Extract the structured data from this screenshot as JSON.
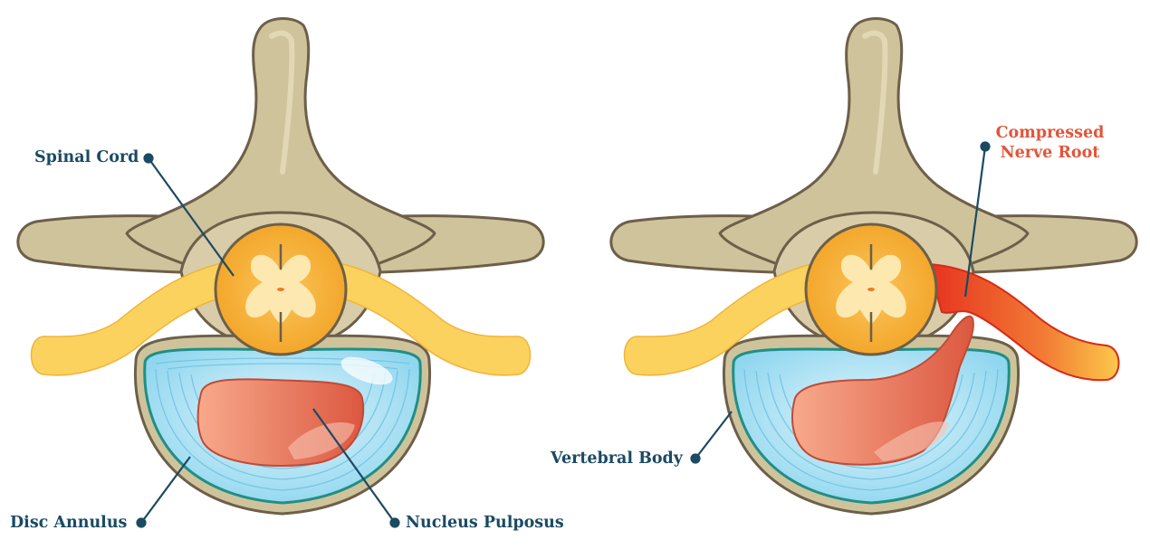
{
  "labels": {
    "spinal_cord": "Spinal Cord",
    "disc_annulus": "Disc Annulus",
    "nucleus_pulposus": "Nucleus Pulposus",
    "vertebral_body": "Vertebral Body",
    "compressed_nerve_root_line1": "Compressed",
    "compressed_nerve_root_line2": "Nerve Root"
  },
  "colors": {
    "bone": "#cfc39c",
    "bone_dark": "#a89a72",
    "outline": "#6d5f49",
    "cord": "#f4b53a",
    "cord_inner": "#fde9b0",
    "nerve": "#fcd25e",
    "disc_blue": "#b9e6f7",
    "disc_edge": "#1f8f86",
    "nucleus": "#ec7d62",
    "nerve_compressed": "#e8402b",
    "label_blue": "#1b4a63",
    "label_red": "#e2553a"
  }
}
